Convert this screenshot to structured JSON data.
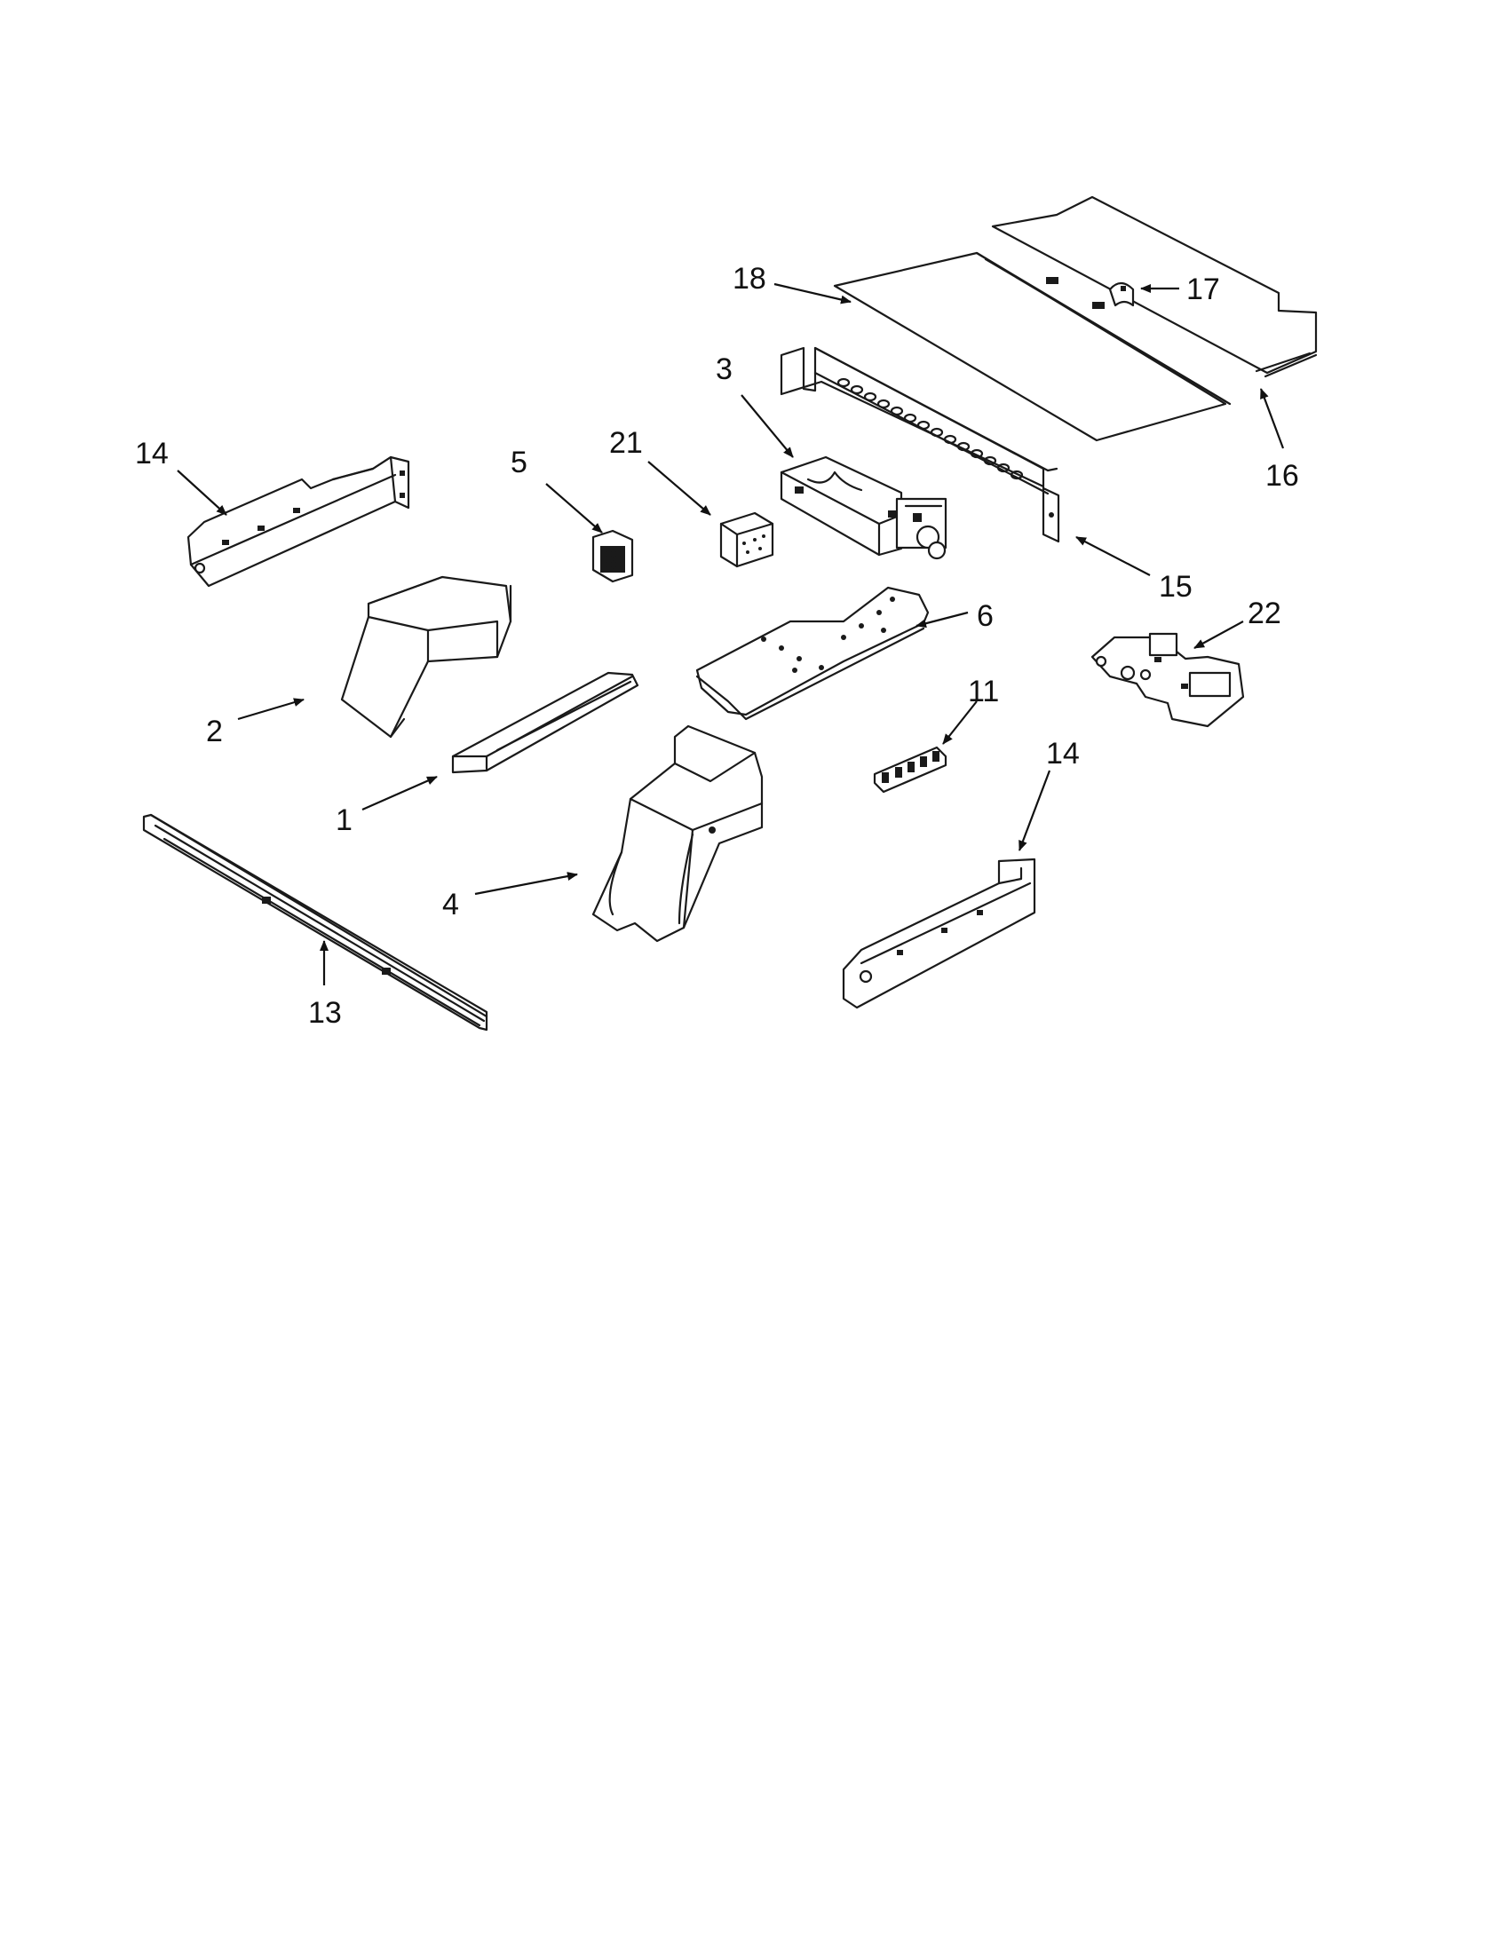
{
  "diagram": {
    "callouts": [
      {
        "id": "c18",
        "label": "18"
      },
      {
        "id": "c17",
        "label": "17"
      },
      {
        "id": "c3",
        "label": "3"
      },
      {
        "id": "c16",
        "label": "16"
      },
      {
        "id": "c14a",
        "label": "14"
      },
      {
        "id": "c5",
        "label": "5"
      },
      {
        "id": "c21",
        "label": "21"
      },
      {
        "id": "c15",
        "label": "15"
      },
      {
        "id": "c6",
        "label": "6"
      },
      {
        "id": "c22",
        "label": "22"
      },
      {
        "id": "c2",
        "label": "2"
      },
      {
        "id": "c11",
        "label": "11"
      },
      {
        "id": "c14b",
        "label": "14"
      },
      {
        "id": "c1",
        "label": "1"
      },
      {
        "id": "c4",
        "label": "4"
      },
      {
        "id": "c13",
        "label": "13"
      }
    ]
  }
}
